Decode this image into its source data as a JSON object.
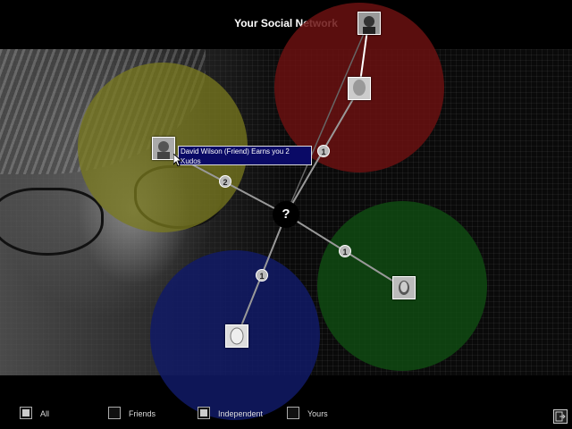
{
  "title": "Your Social Network",
  "center_label": "?",
  "tooltip_text": "David Wilson (Friend)  Earns you 2 Kudos",
  "groups": [
    {
      "name": "yellow",
      "color": "#7a7a1e"
    },
    {
      "name": "red",
      "color": "#6a1010"
    },
    {
      "name": "green",
      "color": "#0f4a12"
    },
    {
      "name": "blue",
      "color": "#101a66"
    }
  ],
  "connections": [
    {
      "target": "node-yellow",
      "value": "2"
    },
    {
      "target": "node-red",
      "value": "1"
    },
    {
      "target": "node-green",
      "value": "1"
    },
    {
      "target": "node-blue",
      "value": "1"
    }
  ],
  "filters": [
    {
      "label": "All",
      "checked": true
    },
    {
      "label": "Friends",
      "checked": false
    },
    {
      "label": "Independent",
      "checked": true
    },
    {
      "label": "Yours",
      "checked": false
    }
  ]
}
